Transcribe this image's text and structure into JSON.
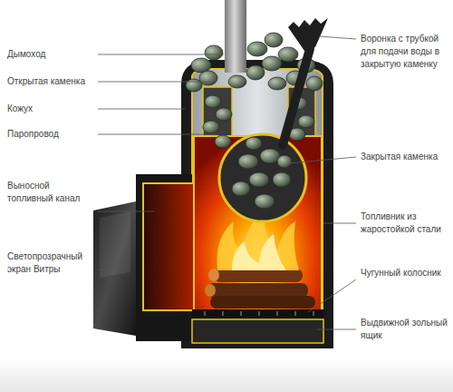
{
  "diagram": {
    "labels": [
      "Дымоход",
      "Открытая каменка",
      "Кожух",
      "Паропровод",
      "Выносной топливный канал",
      "Светопрозрачный экран Витры",
      "Воронка с трубкой для подачи воды в закрытую каменку",
      "Закрытая каменка",
      "Топливник из жаростойкой стали",
      "Чугунный колосник",
      "Выдвижной зольный ящик"
    ]
  }
}
